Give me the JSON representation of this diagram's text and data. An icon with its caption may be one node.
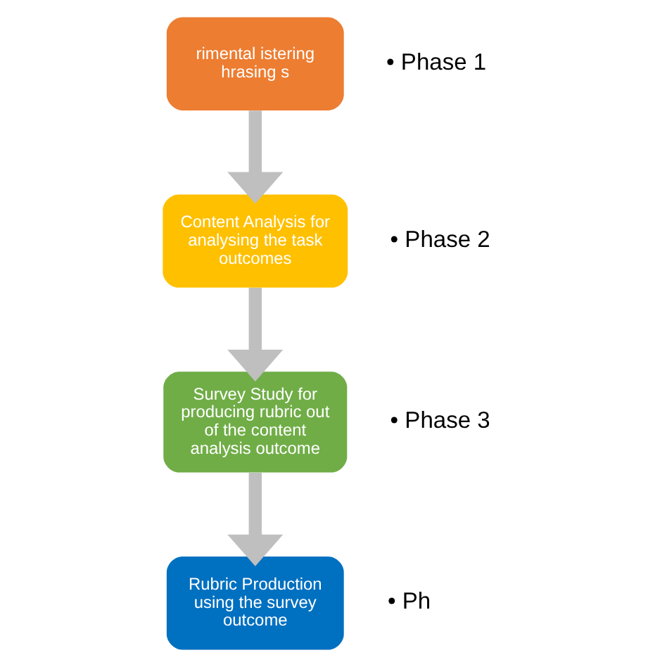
{
  "diagram": {
    "nodes": [
      {
        "text": [
          "rimental istering hrasing s"
        ],
        "beside": [
          "• Phase 1"
        ]
      },
      {
        "text": [
          "Content Analysis for analysing the task outcomes"
        ],
        "beside": [
          "• Phase 2"
        ]
      },
      {
        "text": [
          "Survey Study for producing rubric out of the content analysis outcome"
        ],
        "beside": [
          "• Phase 3"
        ]
      },
      {
        "text": [
          "Rubric Production using the survey outcome"
        ],
        "beside": [
          "• Ph"
        ]
      }
    ],
    "edges": [
      {
        "from": 0,
        "to": 1,
        "arrow": "to"
      },
      {
        "from": 1,
        "to": 2,
        "arrow": "to"
      },
      {
        "from": 2,
        "to": 3,
        "arrow": "to"
      }
    ]
  }
}
